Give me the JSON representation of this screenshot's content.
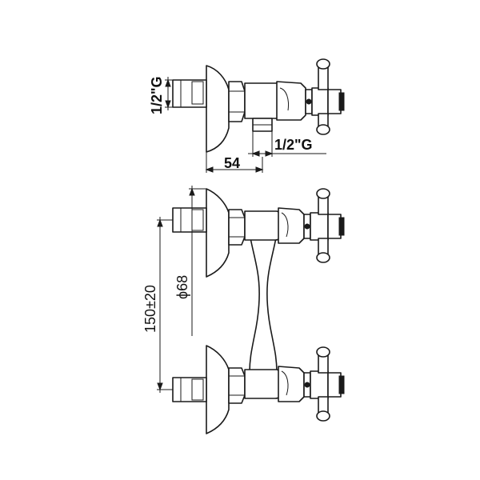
{
  "dimensions": {
    "inlet_thread_side": "1/2\"G",
    "outlet_thread": "1/2\"G",
    "wall_depth": "54",
    "flange_diameter": "ϕ68",
    "center_distance": "150±20"
  }
}
